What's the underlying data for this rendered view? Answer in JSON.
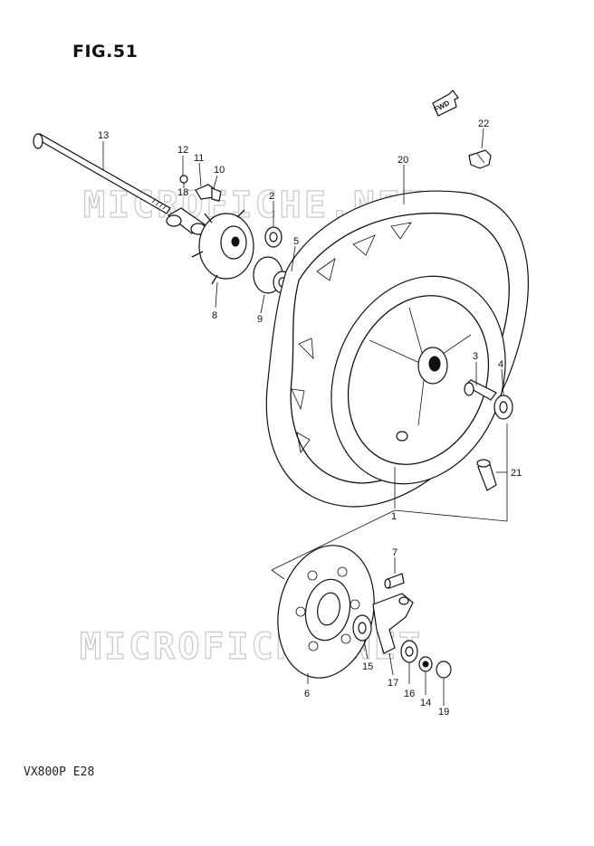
{
  "title": "FIG.51",
  "model": "VX800P  E28",
  "fwd_label": "FWD",
  "watermark": "MICROFICHE.NET",
  "callouts": [
    "1",
    "2",
    "3",
    "4",
    "5",
    "6",
    "7",
    "8",
    "9",
    "10",
    "11",
    "12",
    "13",
    "14",
    "15",
    "16",
    "17",
    "18",
    "19",
    "20",
    "21",
    "22"
  ]
}
